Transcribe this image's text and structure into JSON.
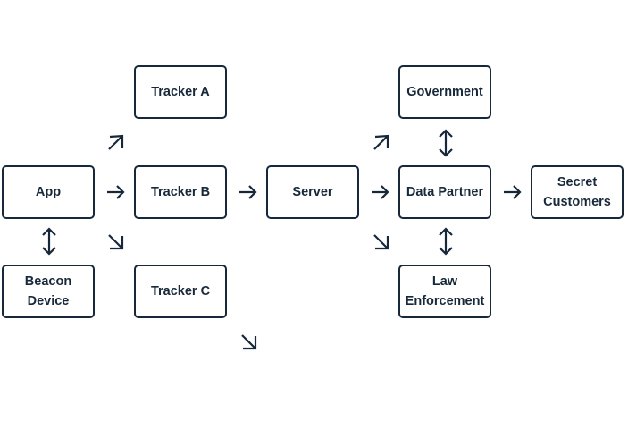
{
  "nodes": {
    "tracker_a": "Tracker A",
    "government": "Government",
    "app": "App",
    "tracker_b": "Tracker B",
    "server": "Server",
    "data_partner": "Data Partner",
    "secret_customers": "Secret\nCustomers",
    "beacon_device": "Beacon\nDevice",
    "tracker_c": "Tracker C",
    "law_enforcement": "Law\nEnforcement"
  },
  "arrows": [
    {
      "name": "arrow-app-to-tracker-a",
      "direction": "up-right"
    },
    {
      "name": "arrow-app-to-tracker-b",
      "direction": "right"
    },
    {
      "name": "arrow-app-to-tracker-c",
      "direction": "down-right"
    },
    {
      "name": "arrow-app-beacon-device",
      "direction": "up-down"
    },
    {
      "name": "arrow-tracker-b-to-server",
      "direction": "right"
    },
    {
      "name": "arrow-tracker-c-to-server",
      "direction": "down-right"
    },
    {
      "name": "arrow-server-to-government",
      "direction": "up-right"
    },
    {
      "name": "arrow-server-to-data-partner",
      "direction": "right"
    },
    {
      "name": "arrow-server-to-law-enforcement",
      "direction": "down-right"
    },
    {
      "name": "arrow-data-partner-government",
      "direction": "up-down"
    },
    {
      "name": "arrow-data-partner-law-enforcement",
      "direction": "up-down"
    },
    {
      "name": "arrow-data-partner-to-secret-customers",
      "direction": "right"
    }
  ],
  "colors": {
    "stroke": "#17283a",
    "text": "#17283a",
    "background": "#ffffff"
  }
}
